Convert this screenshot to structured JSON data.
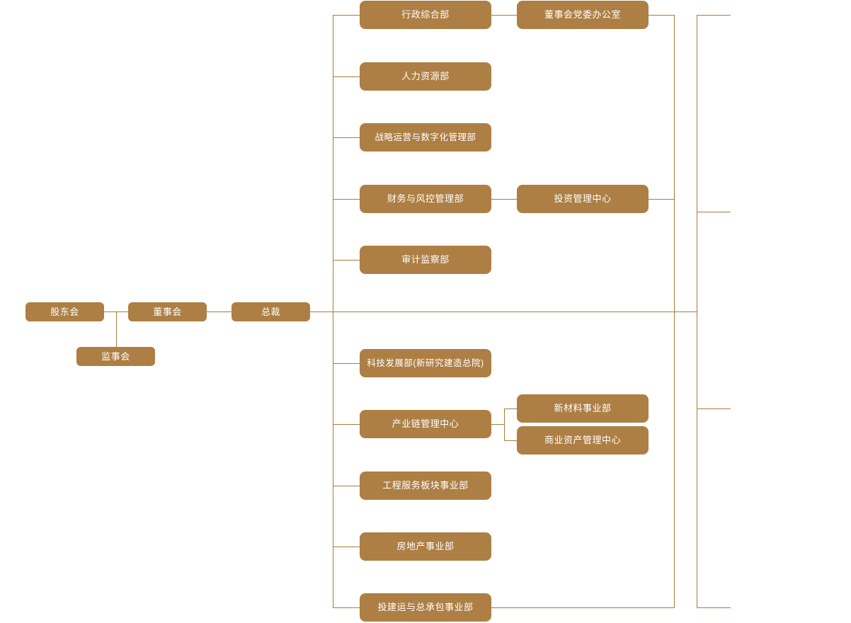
{
  "chart": {
    "title": "",
    "type": "org-chart",
    "colors": {
      "node_fill": "#AD7F44",
      "node_text": "#FFFFFF",
      "connector": "#A87B3C",
      "background": "#FFFFFF"
    }
  },
  "governance": {
    "shareholders": "股东会",
    "board": "董事会",
    "supervisors": "监事会",
    "president": "总裁"
  },
  "departments": [
    {
      "id": "admin",
      "label": "行政综合部"
    },
    {
      "id": "hr",
      "label": "人力资源部"
    },
    {
      "id": "strategy",
      "label": "战略运营与数字化管理部"
    },
    {
      "id": "finance",
      "label": "财务与风控管理部"
    },
    {
      "id": "audit",
      "label": "审计监察部"
    },
    {
      "id": "tech",
      "label": "科技发展部(新研究建造总院)"
    },
    {
      "id": "chain",
      "label": "产业链管理中心"
    },
    {
      "id": "engineering",
      "label": "工程服务板块事业部"
    },
    {
      "id": "realestate",
      "label": "房地产事业部"
    },
    {
      "id": "investment",
      "label": "投建运与总承包事业部"
    }
  ],
  "sub_units": [
    {
      "id": "party-office",
      "label": "董事会党委办公室",
      "parent": "admin"
    },
    {
      "id": "invest-center",
      "label": "投资管理中心",
      "parent": "finance"
    },
    {
      "id": "new-materials",
      "label": "新材料事业部",
      "parent": "chain"
    },
    {
      "id": "commercial-assets",
      "label": "商业资产管理中心",
      "parent": "chain"
    }
  ]
}
